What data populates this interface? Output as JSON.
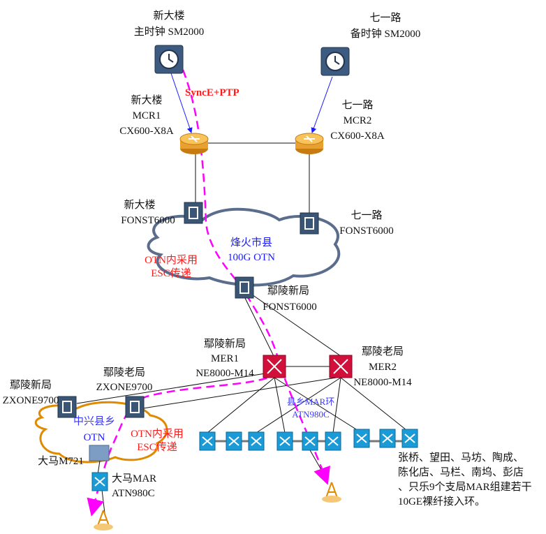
{
  "colors": {
    "sync_path": "#ff00ff",
    "clock_link": "#1a1aff",
    "cloud_main": "#5a6d8c",
    "cloud_zte": "#e08a00",
    "mer": "#d0103a",
    "mar": "#1a9ad6"
  },
  "nodes": {
    "clock_main": {
      "line1": "新大楼",
      "line2": "主时钟 SM2000",
      "icon": "clock-icon"
    },
    "clock_backup": {
      "line1": "七一路",
      "line2": "备时钟 SM2000",
      "icon": "clock-icon"
    },
    "mcr1": {
      "line1": "新大楼",
      "line2": "MCR1",
      "line3": "CX600-X8A",
      "icon": "router-icon"
    },
    "mcr2": {
      "line1": "七一路",
      "line2": "MCR2",
      "line3": "CX600-X8A",
      "icon": "router-icon"
    },
    "fonst_xdl": {
      "line1": "新大楼",
      "line2": "FONST6000",
      "icon": "otn-icon"
    },
    "fonst_qyl": {
      "line1": "七一路",
      "line2": "FONST6000",
      "icon": "otn-icon"
    },
    "fonst_yl": {
      "line1": "鄢陵新局",
      "line2": "FONST6000",
      "icon": "otn-icon"
    },
    "mer1": {
      "line1": "鄢陵新局",
      "line2": "MER1",
      "line3": "NE8000-M14",
      "icon": "switch-icon"
    },
    "mer2": {
      "line1": "鄢陵老局",
      "line2": "MER2",
      "line3": "NE8000-M14",
      "icon": "switch-icon"
    },
    "zx_new": {
      "line1": "鄢陵新局",
      "line2": "ZXONE9700",
      "icon": "otn-icon"
    },
    "zx_old": {
      "line1": "鄢陵老局",
      "line2": "ZXONE9700",
      "icon": "otn-icon"
    },
    "m721": {
      "line1": "大马M721",
      "icon": "router-icon"
    },
    "dama_mar": {
      "line1": "大马MAR",
      "line2": "ATN980C",
      "icon": "switch-icon"
    }
  },
  "annotations": {
    "sync_label": "SyncE+PTP",
    "cloud_main": {
      "line1": "烽火市县",
      "line2": "100G OTN"
    },
    "esc_main": {
      "line1": "OTN内采用",
      "line2": "ESC传递"
    },
    "cloud_zte": {
      "line1": "中兴县乡",
      "line2": "OTN"
    },
    "esc_zte": {
      "line1": "OTN内采用",
      "line2": "ESC传递"
    },
    "mar_ring": {
      "line1": "县乡MAR环",
      "line2": "ATN980C"
    },
    "note": [
      "张桥、望田、马坊、陶成、",
      "陈化店、马栏、南坞、彭店",
      "、只乐9个支局MAR组建若干",
      "10GE裸纤接入环。"
    ]
  }
}
